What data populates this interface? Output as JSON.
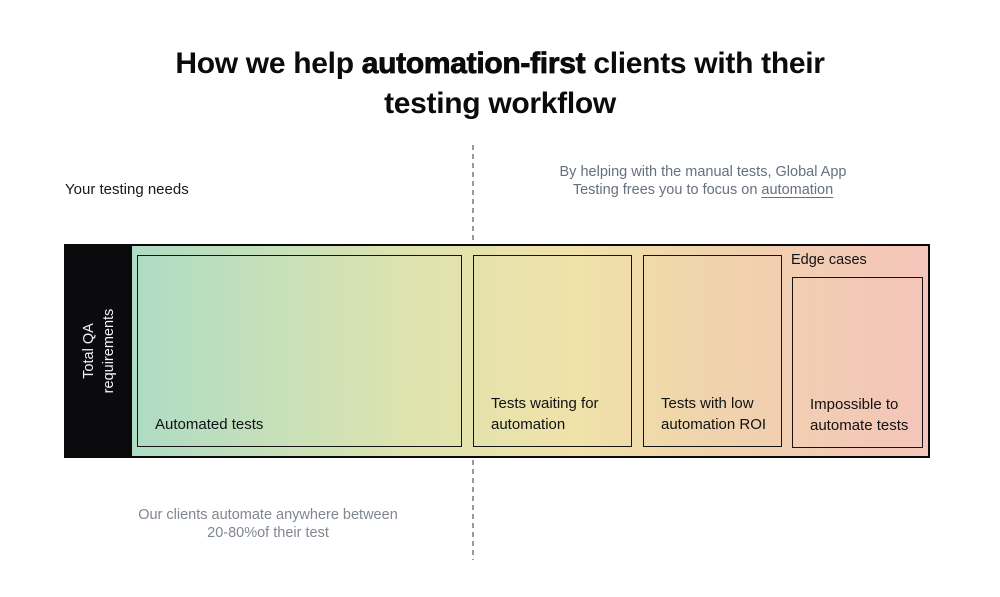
{
  "title": {
    "line1_prefix": "How we help ",
    "line1_bold": "automation-first",
    "line1_suffix": " clients with their",
    "line2": "testing workflow"
  },
  "left_label": "Your testing needs",
  "right_annotation": {
    "line1": "By helping with the manual tests, Global App",
    "line2_prefix": "Testing frees you to focus on ",
    "link_text": "automation"
  },
  "bottom_annotation": {
    "line1": "Our clients automate anywhere between",
    "line2": "20-80%of their test"
  },
  "bar": {
    "axis_label_line1": "Total QA",
    "axis_label_line2": "requirements",
    "edge_cases_label": "Edge cases",
    "segments": [
      {
        "label": "Automated tests"
      },
      {
        "label": "Tests waiting for automation"
      },
      {
        "label": "Tests with low automation ROI"
      },
      {
        "label": "Impossible to automate tests"
      }
    ]
  },
  "colors": {
    "gradient_start": "#aedcc4",
    "gradient_yellow_green": "#dde3af",
    "gradient_yellow": "#f0e2a9",
    "gradient_orange": "#f0d3ac",
    "gradient_end": "#f4c5ba",
    "axis_block": "#0b0b0e",
    "annotation_gray": "#66707e",
    "divider_gray": "#9a9a9a",
    "text_dark": "#0b0b0b"
  }
}
